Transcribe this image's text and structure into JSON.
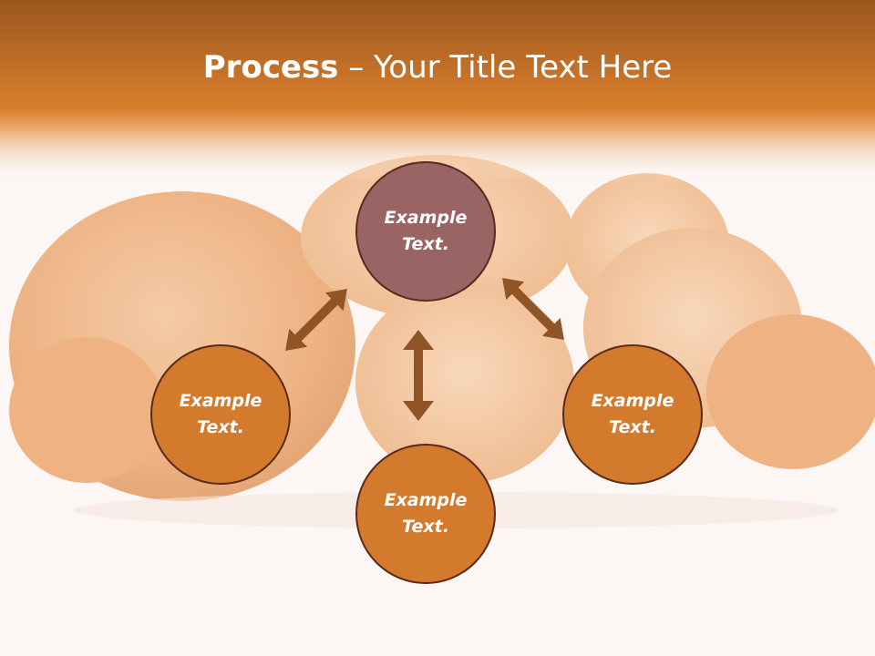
{
  "title": {
    "strong": "Process",
    "rest": " – Your Title Text Here"
  },
  "nodes": [
    {
      "line1": "Example",
      "line2": "Text."
    },
    {
      "line1": "Example",
      "line2": "Text."
    },
    {
      "line1": "Example",
      "line2": "Text."
    },
    {
      "line1": "Example",
      "line2": "Text."
    }
  ],
  "colors": {
    "accent": "#d47a2c",
    "top_node": "#9a6364",
    "arrow": "#8f5527",
    "border": "#5b2a1c"
  }
}
